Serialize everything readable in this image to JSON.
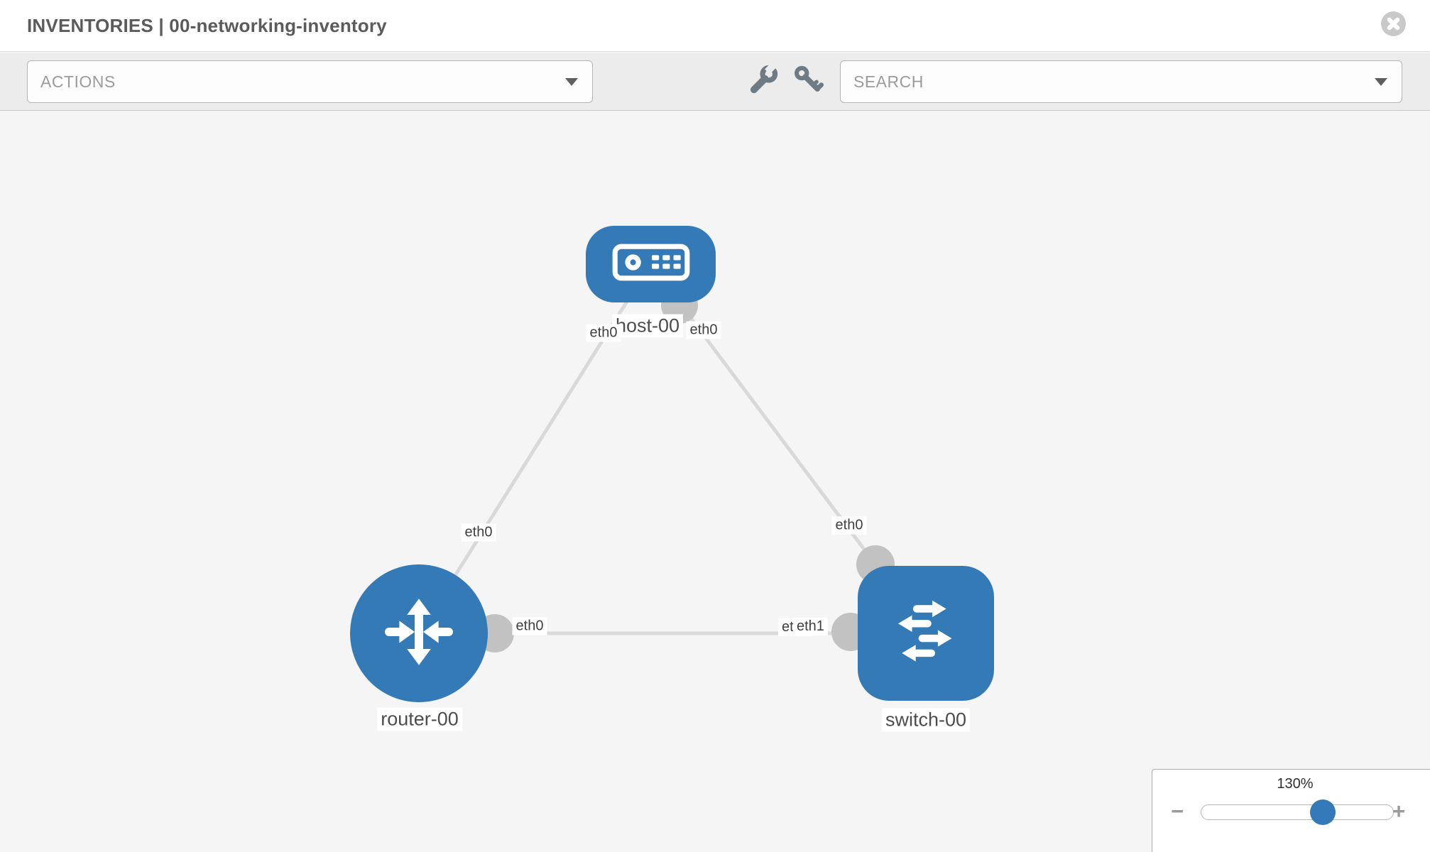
{
  "header": {
    "title": "INVENTORIES | 00-networking-inventory"
  },
  "toolbar": {
    "actions_placeholder": "ACTIONS",
    "search_placeholder": "SEARCH"
  },
  "topology": {
    "node_labels": {
      "host": "host-00",
      "router": "router-00",
      "switch": "switch-00"
    },
    "iface_labels": {
      "host_left": "eth0",
      "host_right": "eth0",
      "router_top": "eth0",
      "router_right": "eth0",
      "switch_top": "eth0",
      "switch_left_hidden": "eth0",
      "switch_left": "eth1"
    },
    "links": [
      {
        "source": "host-00",
        "target": "router-00",
        "source_interface": "eth0",
        "target_interface": "eth0"
      },
      {
        "source": "host-00",
        "target": "switch-00",
        "source_interface": "eth0",
        "target_interface": "eth0"
      },
      {
        "source": "router-00",
        "target": "switch-00",
        "source_interface": "eth0",
        "target_interface": "eth1"
      }
    ],
    "node_color": "#347ab7",
    "link_color": "#d9d9d9",
    "interface_dot_color": "#c2c2c2"
  },
  "zoom_control": {
    "level": "130%",
    "minus_label": "−",
    "plus_label": "+"
  }
}
